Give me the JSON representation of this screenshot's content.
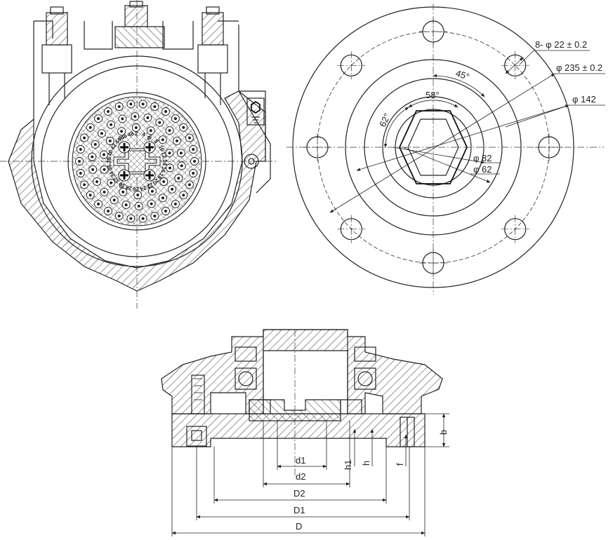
{
  "front_view": {
    "pin_numbers_outer": [
      "2",
      "4",
      "6",
      "8",
      "10",
      "12",
      "14",
      "16",
      "18",
      "20",
      "22",
      "24",
      "26",
      "28",
      "30",
      "32",
      "34",
      "36",
      "38",
      "40",
      "42",
      "44",
      "46",
      "48"
    ],
    "power_pin_labels": [
      "4",
      "3",
      "2",
      "1"
    ]
  },
  "flange_view": {
    "hole_callout": "8- φ 22 ± 0.2",
    "pcd_callout": "φ 235 ± 0.2",
    "bore_callout": "φ 142",
    "inner_callouts": [
      "φ 82",
      "φ 62"
    ],
    "angle_hole_spacing": "45°",
    "angle_hex": "58°",
    "angle_side": "62°"
  },
  "section_view": {
    "dims": [
      "d1",
      "d2",
      "D2",
      "D1",
      "D"
    ],
    "small_dims": [
      "h1",
      "h",
      "f",
      "b"
    ]
  }
}
